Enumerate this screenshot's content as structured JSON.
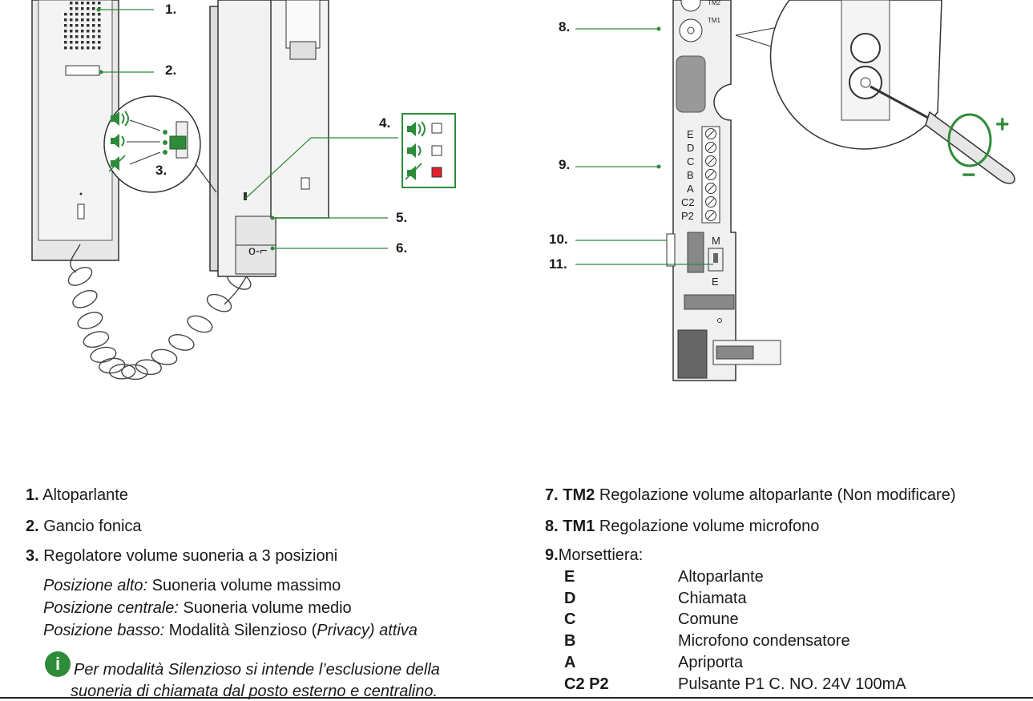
{
  "callouts": {
    "c1": "1.",
    "c2": "2.",
    "c3": "3.",
    "c4": "4.",
    "c5": "5.",
    "c6": "6.",
    "c8": "8.",
    "c9": "9.",
    "c10": "10.",
    "c11": "11."
  },
  "terminal_labels": [
    "E",
    "D",
    "C",
    "B",
    "A",
    "C2",
    "P2"
  ],
  "pcb_labels": {
    "tm2": "TM2",
    "tm1": "TM1",
    "switch_top": "M",
    "switch_bottom": "E"
  },
  "screw_signs": {
    "plus": "+",
    "minus": "−"
  },
  "info_icon_glyph": "i",
  "colors": {
    "accent_green": "#2e8b3a",
    "privacy_red": "#e0232b"
  },
  "left_list": [
    {
      "num": "1.",
      "text": "Altoparlante"
    },
    {
      "num": "2.",
      "text": "Gancio fonica"
    },
    {
      "num": "3.",
      "text": "Regolatore volume suoneria a 3 posizioni"
    }
  ],
  "positions": [
    {
      "label": "Posizione alto:",
      "text": "Suoneria volume massimo"
    },
    {
      "label": "Posizione centrale:",
      "text": "Suoneria volume medio"
    },
    {
      "label": "Posizione basso:",
      "text": "Modalità Silenzioso (",
      "extra_italic": "Privacy) attiva"
    }
  ],
  "note": {
    "line1": "Per modalità Silenzioso si intende l’esclusione della",
    "line2": "suoneria di chiamata dal posto esterno e centralino."
  },
  "right_list": [
    {
      "num": "7.",
      "code": "TM2",
      "text": "Regolazione volume altoparlante (Non modificare)"
    },
    {
      "num": "8.",
      "code": "TM1",
      "text": "Regolazione volume microfono"
    },
    {
      "num": "9.",
      "code": "",
      "text": "Morsettiera:"
    }
  ],
  "terminals": [
    {
      "code": "E",
      "desc": "Altoparlante"
    },
    {
      "code": "D",
      "desc": "Chiamata"
    },
    {
      "code": "C",
      "desc": "Comune"
    },
    {
      "code": "B",
      "desc": "Microfono condensatore"
    },
    {
      "code": "A",
      "desc": "Apriporta"
    },
    {
      "code": "C2 P2",
      "desc": "Pulsante P1 C. NO. 24V 100mA"
    }
  ]
}
